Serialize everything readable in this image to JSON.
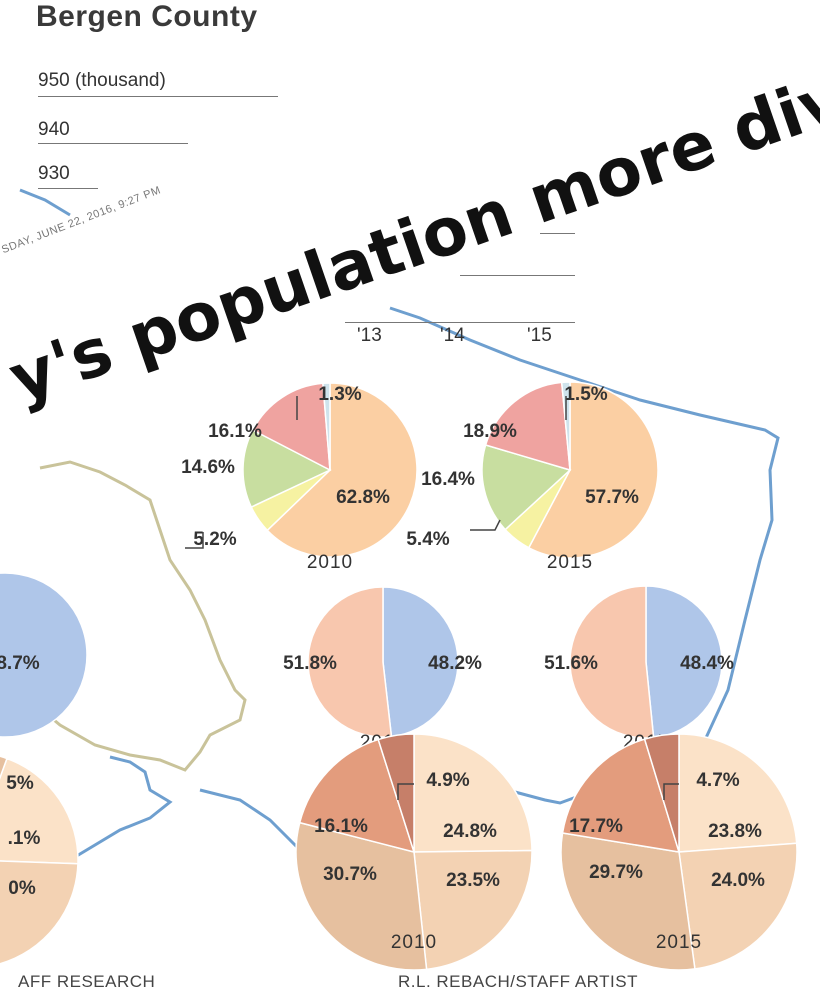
{
  "title": "Bergen County",
  "headline": "y's population more dive",
  "dateline": "SDAY, JUNE 22, 2016, 9:27 PM",
  "y_axis_labels": [
    "950 (thousand)",
    "940",
    "930"
  ],
  "x_axis_labels": [
    "'13",
    "'14",
    "'15"
  ],
  "credits": {
    "left": "AFF RESEARCH",
    "right": "R.L. REBACH/STAFF ARTIST"
  },
  "colors": {
    "orange": "#fbcfa3",
    "green": "#c8dea0",
    "yellow": "#f6f2a2",
    "pink": "#efa3a0",
    "lightblue": "#cfe3ec",
    "female": "#f8c7ae",
    "male": "#afc6e9",
    "age1": "#fbe2c8",
    "age2": "#f3d2b3",
    "age3": "#e6c09f",
    "age4": "#e39c7d",
    "age5": "#c67f69",
    "map_line": "#6e9fcf",
    "border_line": "#c9c39a"
  },
  "chart_data": [
    {
      "type": "pie",
      "group": "race",
      "title": "2010",
      "slices": [
        {
          "label": "62.8%",
          "value": 62.8,
          "color": "orange"
        },
        {
          "label": "5.2%",
          "value": 5.2,
          "color": "yellow"
        },
        {
          "label": "14.6%",
          "value": 14.6,
          "color": "green"
        },
        {
          "label": "16.1%",
          "value": 16.1,
          "color": "pink"
        },
        {
          "label": "1.3%",
          "value": 1.3,
          "color": "lightblue"
        }
      ]
    },
    {
      "type": "pie",
      "group": "race",
      "title": "2015",
      "slices": [
        {
          "label": "57.7%",
          "value": 57.7,
          "color": "orange"
        },
        {
          "label": "5.4%",
          "value": 5.4,
          "color": "yellow"
        },
        {
          "label": "16.4%",
          "value": 16.4,
          "color": "green"
        },
        {
          "label": "18.9%",
          "value": 18.9,
          "color": "pink"
        },
        {
          "label": "1.5%",
          "value": 1.5,
          "color": "lightblue"
        }
      ]
    },
    {
      "type": "pie",
      "group": "sex",
      "title": "2010",
      "slices": [
        {
          "label": "48.2%",
          "value": 48.2,
          "color": "male"
        },
        {
          "label": "51.8%",
          "value": 51.8,
          "color": "female"
        }
      ]
    },
    {
      "type": "pie",
      "group": "sex",
      "title": "2015",
      "slices": [
        {
          "label": "48.4%",
          "value": 48.4,
          "color": "male"
        },
        {
          "label": "51.6%",
          "value": 51.6,
          "color": "female"
        }
      ]
    },
    {
      "type": "pie",
      "group": "age",
      "title": "2010",
      "slices": [
        {
          "label": "24.8%",
          "value": 24.8,
          "color": "age1"
        },
        {
          "label": "23.5%",
          "value": 23.5,
          "color": "age2"
        },
        {
          "label": "30.7%",
          "value": 30.7,
          "color": "age3"
        },
        {
          "label": "16.1%",
          "value": 16.1,
          "color": "age4"
        },
        {
          "label": "4.9%",
          "value": 4.9,
          "color": "age5"
        }
      ]
    },
    {
      "type": "pie",
      "group": "age",
      "title": "2015",
      "slices": [
        {
          "label": "23.8%",
          "value": 23.8,
          "color": "age1"
        },
        {
          "label": "24.0%",
          "value": 24.0,
          "color": "age2"
        },
        {
          "label": "29.7%",
          "value": 29.7,
          "color": "age3"
        },
        {
          "label": "17.7%",
          "value": 17.7,
          "color": "age4"
        },
        {
          "label": "4.7%",
          "value": 4.7,
          "color": "age5"
        }
      ]
    },
    {
      "type": "pie",
      "group": "sex-partial",
      "title": "",
      "slices": [
        {
          "label": "8.7%",
          "value": 100,
          "color": "male"
        }
      ]
    },
    {
      "type": "pie",
      "group": "age-partial",
      "title": "",
      "slices": [
        {
          "label": "5%",
          "value": 20,
          "color": "age1"
        },
        {
          "label": ".1%",
          "value": 40,
          "color": "age2"
        },
        {
          "label": "0%",
          "value": 40,
          "color": "age3"
        }
      ]
    }
  ]
}
